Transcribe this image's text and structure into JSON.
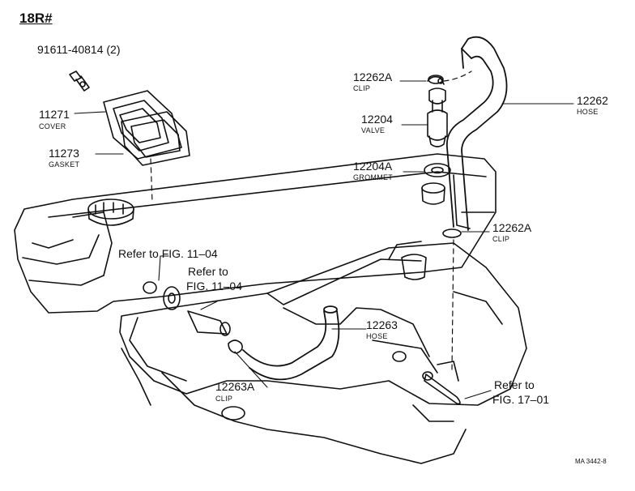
{
  "diagram": {
    "title": "18R#",
    "drawing_code": "MA 3442-8",
    "parts": [
      {
        "id": "bolt",
        "number": "91611-40814",
        "qty": "(2)",
        "name": ""
      },
      {
        "id": "cover",
        "number": "11271",
        "name": "COVER"
      },
      {
        "id": "gasket",
        "number": "11273",
        "name": "GASKET"
      },
      {
        "id": "clip_top",
        "number": "12262A",
        "name": "CLIP"
      },
      {
        "id": "valve",
        "number": "12204",
        "name": "VALVE"
      },
      {
        "id": "grommet",
        "number": "12204A",
        "name": "GROMMET"
      },
      {
        "id": "hose_main",
        "number": "12262",
        "name": "HOSE"
      },
      {
        "id": "clip_mid",
        "number": "12262A",
        "name": "CLIP"
      },
      {
        "id": "hose_small",
        "number": "12263",
        "name": "HOSE"
      },
      {
        "id": "clip_low",
        "number": "12263A",
        "name": "CLIP"
      }
    ],
    "references": [
      {
        "line1": "Refer to FIG. 11–04"
      },
      {
        "line1": "Refer to",
        "line2": "FIG. 11–04"
      },
      {
        "line1": "Refer to",
        "line2": "FIG. 17–01"
      }
    ]
  }
}
